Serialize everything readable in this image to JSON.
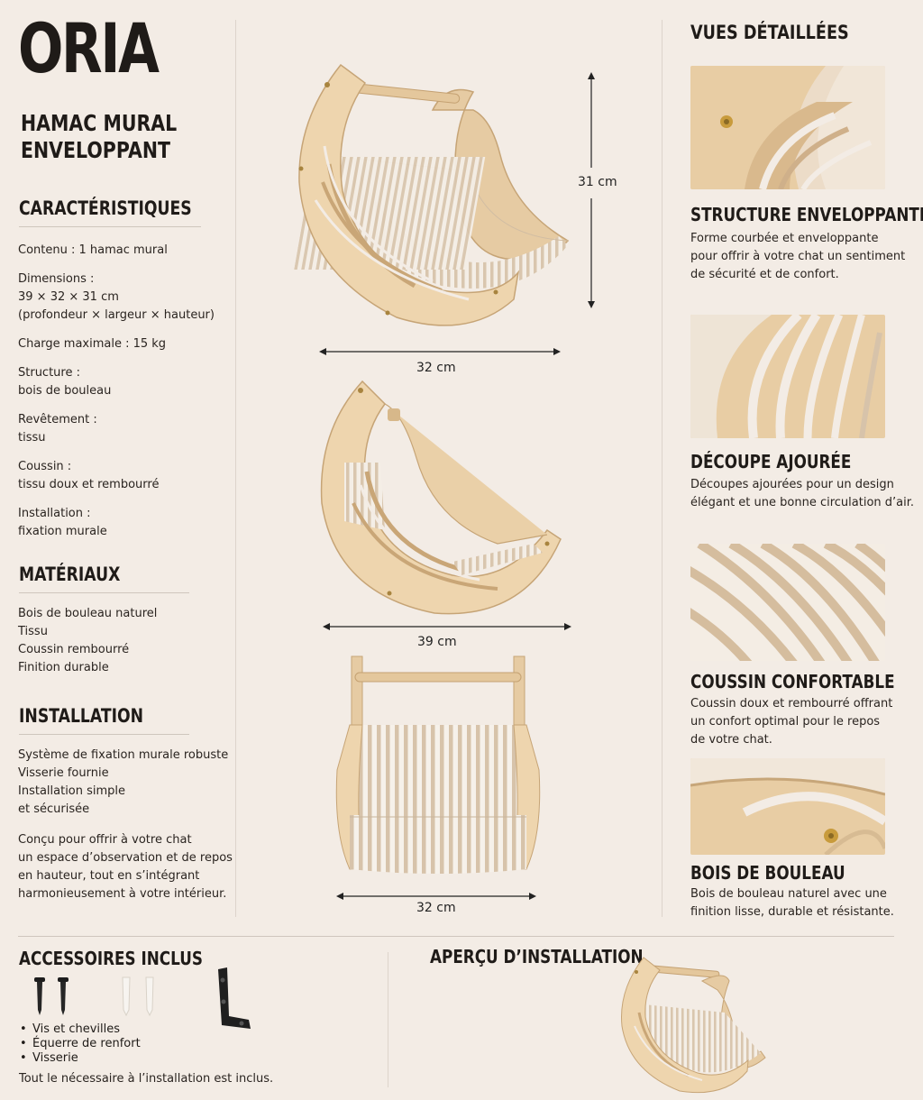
{
  "brand": "ORIA",
  "subtitle_lines": [
    "HAMAC MURAL",
    "ENVELOPPANT"
  ],
  "caracteristiques": {
    "title": "CARACTÉRISTIQUES",
    "items": [
      [
        "Contenu : 1 hamac mural"
      ],
      [
        "Dimensions :",
        "39 × 32 × 31 cm",
        "(profondeur × largeur × hauteur)"
      ],
      [
        "Charge maximale : 15 kg"
      ],
      [
        "Structure :",
        "bois de bouleau"
      ],
      [
        "Revêtement :",
        "tissu"
      ],
      [
        "Coussin :",
        "tissu doux et rembourré"
      ],
      [
        "Installation :",
        "fixation murale"
      ]
    ]
  },
  "materiaux": {
    "title": "MATÉRIAUX",
    "items": [
      "Bois de bouleau naturel",
      "Tissu",
      "Coussin rembourré",
      "Finition durable"
    ]
  },
  "installation": {
    "title": "INSTALLATION",
    "items": [
      "Système de fixation murale robuste",
      "Visserie fournie",
      "Installation simple",
      "et sécurisée"
    ],
    "paragraph": [
      "Conçu pour offrir à votre chat",
      "un espace d’observation et de repos",
      "en hauteur, tout en s’intégrant",
      "harmonieusement à votre intérieur."
    ]
  },
  "dimensions": {
    "height_label": "31 cm",
    "front_width_label": "32 cm",
    "side_depth_label": "39 cm",
    "back_width_label": "32 cm"
  },
  "vues": {
    "title": "VUES DÉTAILLÉES",
    "features": [
      {
        "title": "STRUCTURE ENVELOPPANTE",
        "lines": [
          "Forme courbée et enveloppante",
          "pour offrir à votre chat un sentiment",
          "de sécurité et de confort."
        ]
      },
      {
        "title": "DÉCOUPE AJOURÉE",
        "lines": [
          "Découpes ajourées pour un design",
          "élégant et une bonne circulation d’air."
        ]
      },
      {
        "title": "COUSSIN CONFORTABLE",
        "lines": [
          "Coussin doux et rembourré offrant",
          "un confort optimal pour le repos",
          "de votre chat."
        ]
      },
      {
        "title": "BOIS DE BOULEAU",
        "lines": [
          "Bois de bouleau naturel avec une",
          "finition lisse, durable et résistante."
        ]
      }
    ]
  },
  "accessoires": {
    "title": "ACCESSOIRES INCLUS",
    "items": [
      "Vis et chevilles",
      "Équerre de renfort",
      "Visserie"
    ],
    "note": "Tout le nécessaire à l’installation est inclus."
  },
  "apercu": {
    "title": "APERÇU D’INSTALLATION"
  },
  "colors": {
    "background": "#f3ece5",
    "wood": "#e8cfa8",
    "wood_dark": "#c9a677",
    "fabric_stripe": "#d8c7b2",
    "text": "#1f1b18"
  }
}
